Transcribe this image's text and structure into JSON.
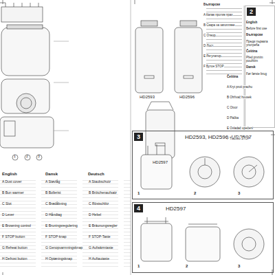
{
  "diagram": {
    "nodes": [
      {
        "text": [
          "2"
        ]
      },
      {
        "text": [
          "3",
          "HD2593, HD2596, HD2597"
        ]
      },
      {
        "text": [
          "4",
          "HD2597"
        ]
      }
    ],
    "labels": [
      "HD2593",
      "HD2596",
      "HD2597",
      "1",
      "2",
      "3",
      "English",
      "Dansk",
      "Deutsch",
      "A Dust cover",
      "B Bun warmer",
      "C Slot",
      "D Lever",
      "E Browning control",
      "F STOP button",
      "G Reheat button",
      "H Defrost button",
      "A Støvlåg",
      "B Bollerist",
      "C Brødåbning",
      "D Håndtag",
      "E Bruningsregulering",
      "F STOP-knap",
      "G Genopvarmningsknap",
      "H Optøningsknap",
      "A Staubschutz",
      "B Brötchenaufsatz",
      "C Röstschlitz",
      "D Hebel",
      "E Bräunungsregler",
      "F STOP-Taste",
      "G Aufwärmtaste",
      "H Auftautaste",
      "Български",
      "A Капак против прах",
      "B Скара за затопляне",
      "C Отвор",
      "D Лост",
      "E Регулатор",
      "F Бутон STOP",
      "Čeština",
      "A Kryt proti prachu",
      "B Ohřívač housek",
      "C Otvor",
      "D Páčka",
      "E Ovladač opečení",
      "F Tlačítko STOP",
      "English",
      "Before first use",
      "Български",
      "Преди първата употреба",
      "Čeština",
      "Před prvním použitím",
      "Dansk",
      "Før første brug",
      "1",
      "2",
      "3",
      "1",
      "2",
      "3"
    ]
  }
}
